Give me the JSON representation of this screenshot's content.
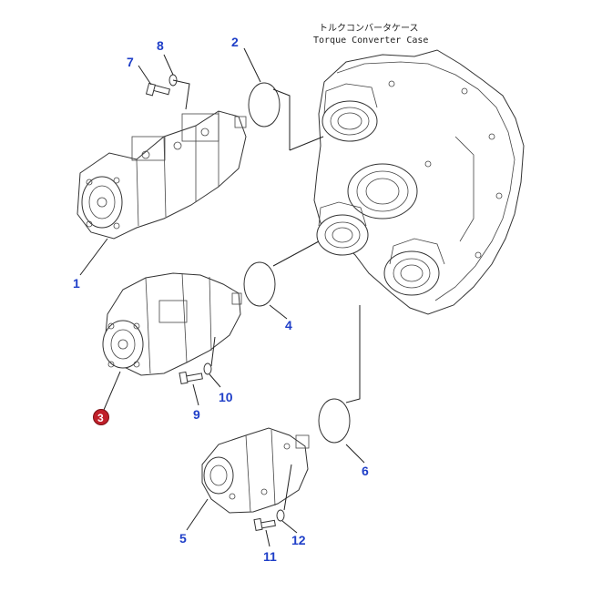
{
  "header": {
    "japanese": "トルクコンバータケース",
    "english": "Torque Converter Case"
  },
  "callouts": {
    "c1": "1",
    "c2": "2",
    "c3": "3",
    "c4": "4",
    "c5": "5",
    "c6": "6",
    "c7": "7",
    "c8": "8",
    "c9": "9",
    "c10": "10",
    "c11": "11",
    "c12": "12"
  },
  "colors": {
    "callout_text": "#1f3fc8",
    "highlight_fill": "#c0202a",
    "line": "#222222"
  }
}
